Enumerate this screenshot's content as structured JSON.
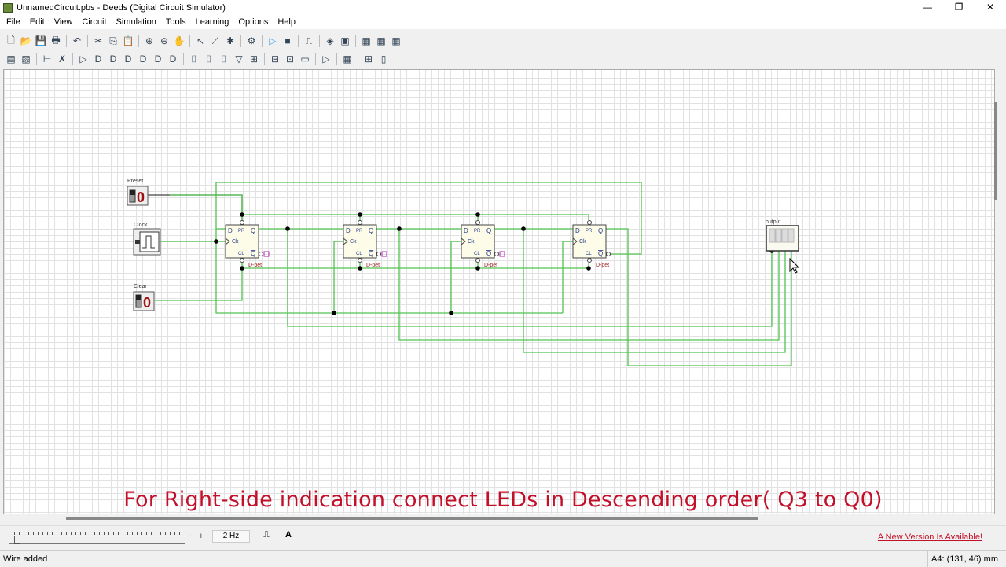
{
  "window": {
    "title": "UnnamedCircuit.pbs - Deeds (Digital Circuit Simulator)"
  },
  "menu": [
    "File",
    "Edit",
    "View",
    "Circuit",
    "Simulation",
    "Tools",
    "Learning",
    "Options",
    "Help"
  ],
  "toolbar1": [
    "new-icon",
    "open-icon",
    "save-icon",
    "print-icon",
    "undo-icon",
    "cut-icon",
    "copy-icon",
    "paste-icon",
    "zoom-in-icon",
    "zoom-out-icon",
    "pan-hand-icon",
    "select-icon",
    "wire-icon",
    "component-icon",
    "test-icon",
    "run-icon",
    "stop-icon",
    "timing-icon",
    "chip-icon",
    "image-icon",
    "board-icon",
    "board2-icon",
    "board3-icon"
  ],
  "toolbar2": [
    "io-icon",
    "switch-icon",
    "wire-mode-icon",
    "delete-wire-icon",
    "buffer-icon",
    "and-icon",
    "or-icon",
    "xor-icon",
    "nand-icon",
    "nor-icon",
    "xnor-icon",
    "mux-icon",
    "demux-icon",
    "decoder-icon",
    "encoder-icon",
    "flipflop-icon",
    "counter-icon",
    "register-icon",
    "memory-icon",
    "tristate-icon",
    "grid-icon",
    "properties-icon",
    "block-icon"
  ],
  "circuit": {
    "inputs": [
      {
        "label": "Preset",
        "value": "0"
      },
      {
        "label": "Clock"
      },
      {
        "label": "Clear",
        "value": "0"
      }
    ],
    "flipflop": {
      "d": "D",
      "pr": "PR",
      "q": "Q",
      "ck": "Ck",
      "cl": "CL",
      "qbar": "Q",
      "type": "D-pet"
    },
    "output_label": "output",
    "wire_color": "#52c452"
  },
  "caption": "For Right-side indication connect LEDs in Descending order( Q3 to Q0)",
  "simbar": {
    "minus": "−",
    "plus": "+",
    "frequency": "2 Hz",
    "new_version": "A New Version Is Available!"
  },
  "status": {
    "message": "Wire added",
    "coords": "A4: (131, 46) mm"
  },
  "colors": {
    "caption": "#c3102a",
    "wire": "#52c452"
  }
}
